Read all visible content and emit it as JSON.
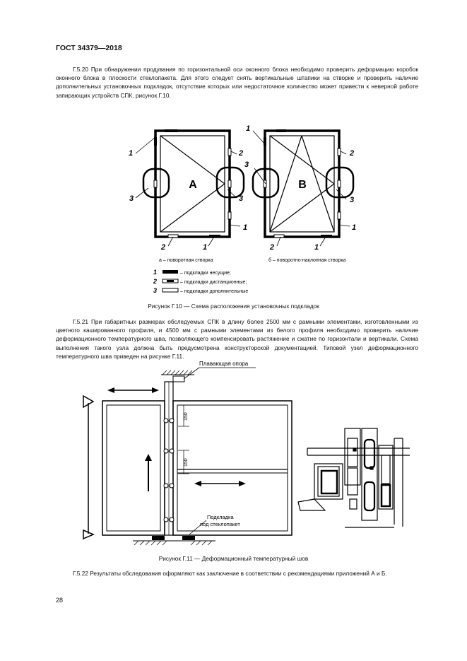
{
  "header": "ГОСТ 34379—2018",
  "p520": "Г.5.20 При обнаружении продувания по горизонтальной оси оконного блока необходимо проверить деформацию коробок оконного блока в плоскости стеклопакета. Для этого следует снять вертикальные штапики на створке и проверить наличие дополнительных установочных подкладок, отсутствие которых или недостаточное количество может привести к неверной работе запирающих устройств СПК, рисунок Г.10.",
  "fig10": {
    "letter_a": "А",
    "letter_b": "В",
    "n1": "1",
    "n2": "2",
    "n3": "3",
    "sub_a": "а – поворотная створка",
    "sub_b": "б – поворотно-наклонная створка",
    "legend": [
      {
        "num": "1",
        "text": "– подкладки несущие;"
      },
      {
        "num": "2",
        "text": "– подкладки дистанционные;"
      },
      {
        "num": "3",
        "text": "– подкладки дополнительные"
      }
    ],
    "caption": "Рисунок Г.10 — Схема расположения установочных подкладок"
  },
  "p521": "Г.5.21 При габаритных размерах обследуемых СПК в длину более 2500 мм с рамными элементами, изготовленными из цветного кашированного профиля, и 4500 мм с рамными элементами из белого профиля необходимо проверить наличие деформационного температурного шва, позволяющего компенсировать растяжение и сжатие по горизонтали и вертикали. Схема выполнения такого узла должна быть предусмотрена конструкторской документацией. Типовой узел деформационного температурного шва приведен на рисунке Г.11.",
  "fig11": {
    "support_label": "Плавающая опора",
    "dim1": "150",
    "dim2": "150",
    "pad_label_1": "Подкладка",
    "pad_label_2": "под стеклопакет",
    "caption": "Рисунок Г.11 — Деформационный температурный шов"
  },
  "p522": "Г.5.22 Результаты обследования оформляют как заключение в соответствии с рекомендациями приложений А и Б.",
  "page_number": "28"
}
